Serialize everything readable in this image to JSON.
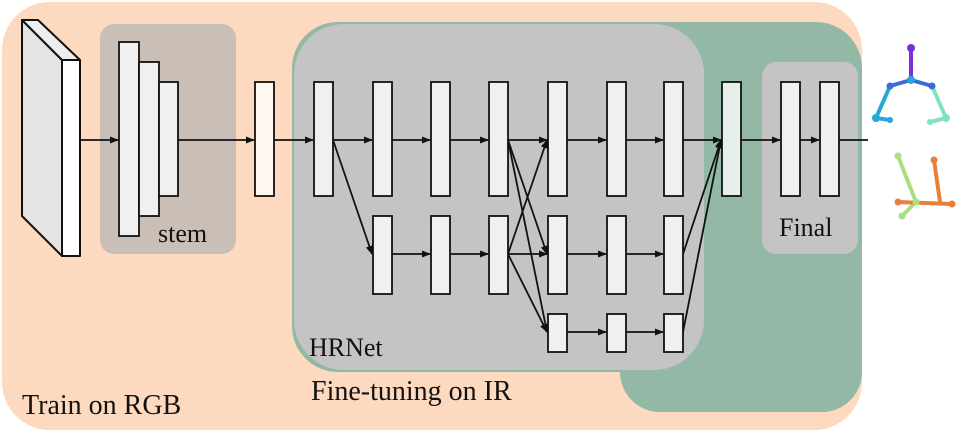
{
  "labels": {
    "stem": "stem",
    "hrnet": "HRNet",
    "final": "Final",
    "train": "Train on RGB",
    "finetune": "Fine-tuning on IR"
  },
  "colors": {
    "train_region": "#fdd9bf",
    "finetune_region": "#93b9a6",
    "module_region": "#c4c4c4",
    "layer_fill": "#f0f0f0",
    "input_fill": "#e4e4e4",
    "layer_stroke": "#111111",
    "edge": "#111111",
    "skeleton_blue_1": "#7b2fd9",
    "skeleton_blue_2": "#3a6bd6",
    "skeleton_blue_3": "#28a6d6",
    "skeleton_mint": "#7fe3c2",
    "skeleton_green": "#a8e080",
    "skeleton_orange": "#e9803a"
  },
  "icons": [
    "input-image-icon",
    "pose-skeleton-icon",
    "pose-skeleton-side-icon"
  ]
}
